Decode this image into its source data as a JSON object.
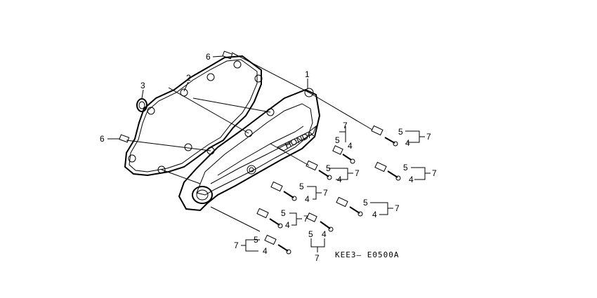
{
  "labels": {
    "p1": "1",
    "p2": "2",
    "p3": "3",
    "p4": "4",
    "p5": "5",
    "p6": "6",
    "p7": "7"
  },
  "brand_text": "HONDA",
  "diagram_code": "KEE3— E0500A"
}
